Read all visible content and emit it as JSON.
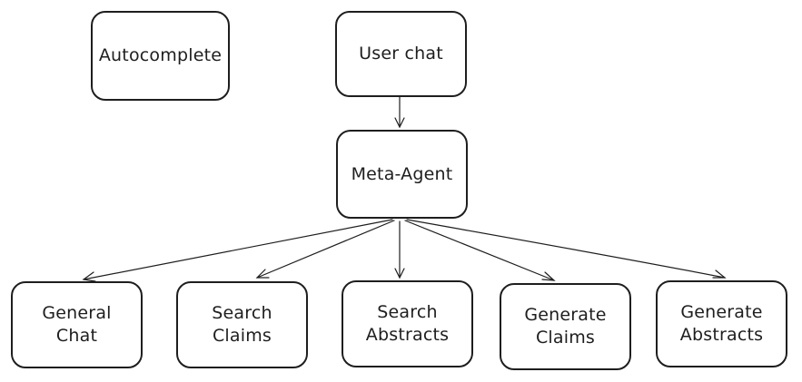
{
  "nodes": {
    "autocomplete": {
      "lines": [
        "Autocomplete"
      ]
    },
    "user_chat": {
      "lines": [
        "User chat"
      ]
    },
    "meta_agent": {
      "lines": [
        "Meta-Agent"
      ]
    },
    "general_chat": {
      "lines": [
        "General",
        "Chat"
      ]
    },
    "search_claims": {
      "lines": [
        "Search",
        "Claims"
      ]
    },
    "search_abstracts": {
      "lines": [
        "Search",
        "Abstracts"
      ]
    },
    "generate_claims": {
      "lines": [
        "Generate",
        "Claims"
      ]
    },
    "generate_abstracts": {
      "lines": [
        "Generate",
        "Abstracts"
      ]
    }
  },
  "colors": {
    "stroke": "#1e1e1e",
    "background": "#ffffff"
  }
}
